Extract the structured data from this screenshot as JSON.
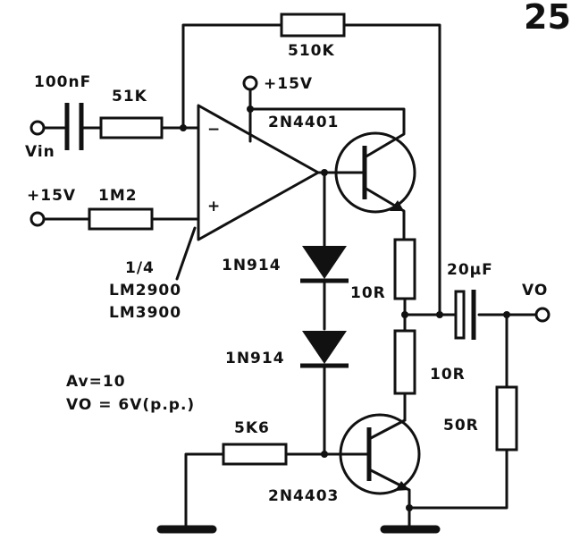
{
  "figure_number": "25",
  "labels": {
    "c_in": "100nF",
    "r_in": "51K",
    "r_fb": "510K",
    "vin": "Vin",
    "supply_top": "+15V",
    "supply_left": "+15V",
    "r_bias": "1M2",
    "opamp_minus": "−",
    "opamp_plus": "+",
    "opamp_fraction": "1/4",
    "opamp_part1": "LM2900",
    "opamp_part2": "LM3900",
    "q_top": "2N4401",
    "q_bottom": "2N4403",
    "d1": "1N914",
    "d2": "1N914",
    "r_e1": "10R",
    "r_e2": "10R",
    "c_out": "20µF",
    "vo_out": "VO",
    "r_load": "50R",
    "r_base": "5K6",
    "gain": "Av=10",
    "vout_spec": "VO = 6V(p.p.)"
  }
}
